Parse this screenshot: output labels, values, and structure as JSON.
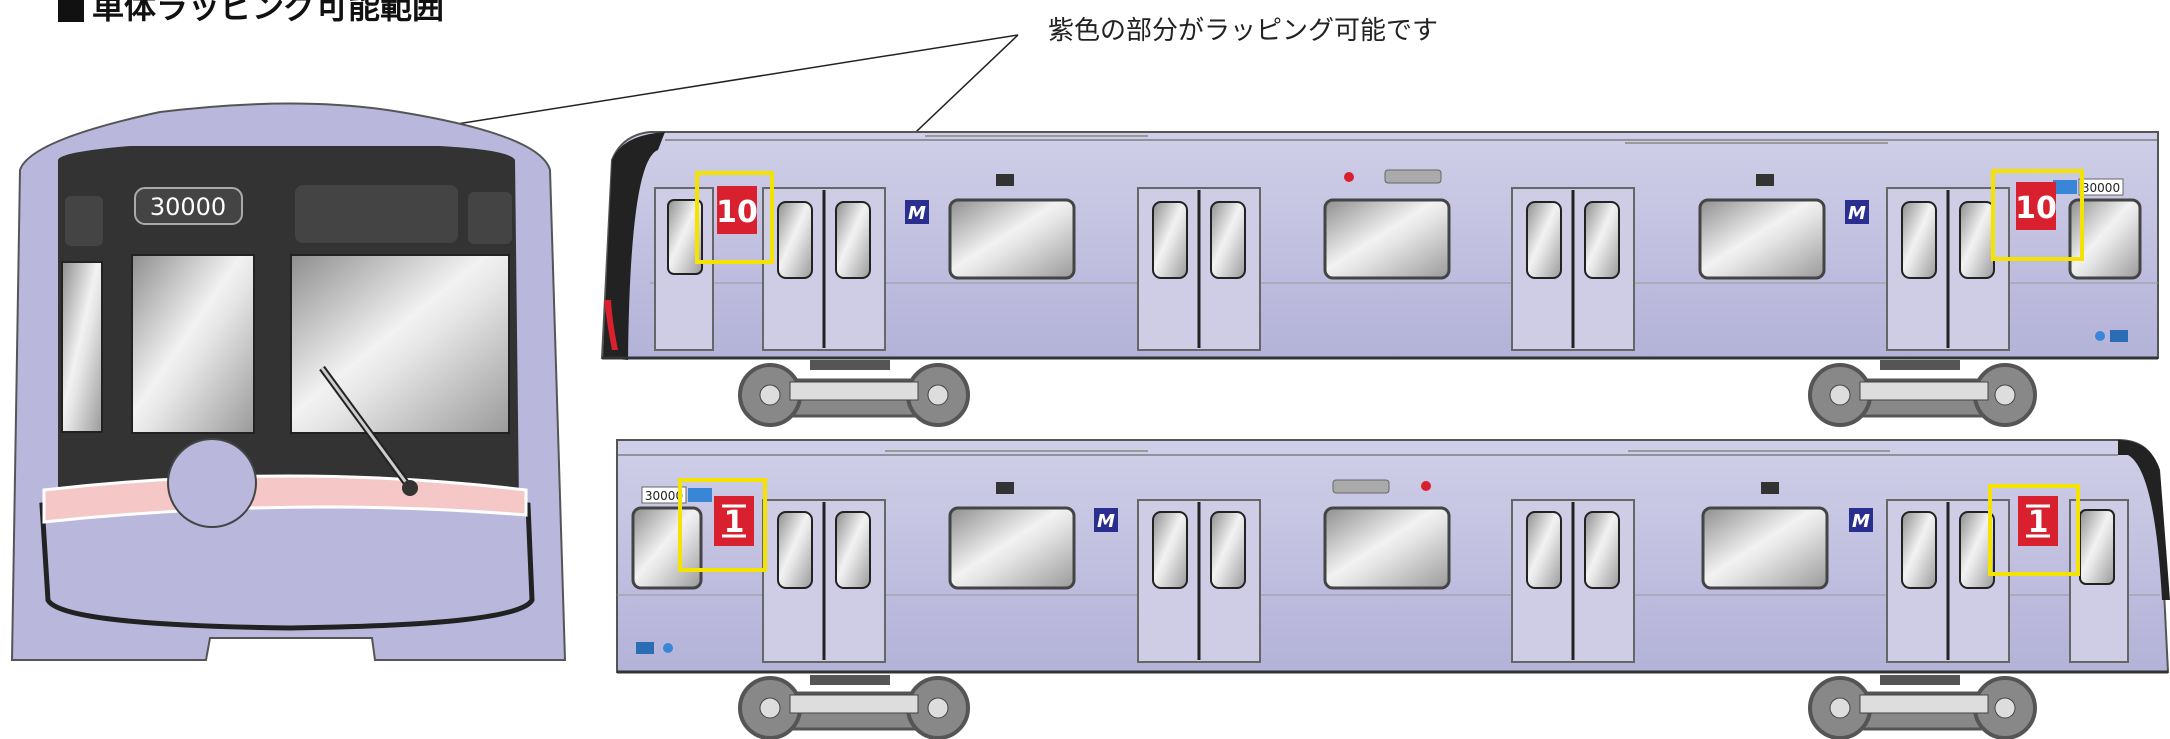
{
  "title": "車体ラッピング可能範囲",
  "note": "紫色の部分がラッピング可能です",
  "car_number": "30000",
  "car_number_small": "30000",
  "upper_car": {
    "car_label": "10",
    "wheelchair_mark": "♿"
  },
  "lower_car": {
    "car_label": "1",
    "wheelchair_mark": "♿"
  },
  "logo_text": "M",
  "colors": {
    "wrap": "#b9b8dc",
    "wrap_dark": "#9f9ec8",
    "front_black": "#333333",
    "stripe_pink": "#f6c7c7",
    "window_gray": "#bdbdbd",
    "highlight_box": "#f4e300",
    "car_label_bg": "#d9202f",
    "logo_blue": "#2a2f8f",
    "truck_gray": "#7a7a7a"
  },
  "icons": [
    "osaka-metro-logo-icon",
    "wheelchair-icon",
    "callout-line"
  ]
}
